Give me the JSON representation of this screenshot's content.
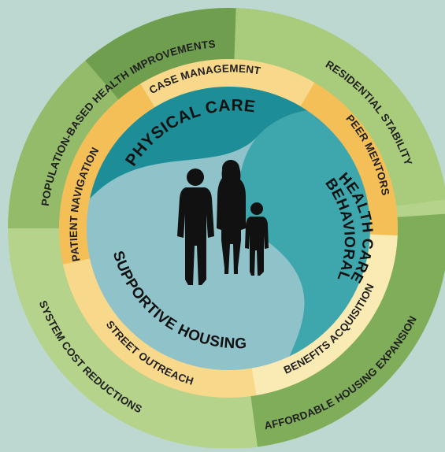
{
  "colors": {
    "background": "#bcd8d0",
    "outer_dark_green": "#6f9e4f",
    "outer_mid_green": "#93bb6a",
    "outer_light_green": "#b5d38a",
    "middle_gold": "#f5bf58",
    "middle_pale_gold": "#f8d98c",
    "middle_cream": "#faeab3",
    "inner_dark_teal": "#1d8e97",
    "inner_mid_teal": "#3ea6ad",
    "inner_light_blue": "#8fc2c9",
    "silhouette": "#111111"
  },
  "outer_ring": {
    "population": "POPULATION-BASED HEALTH IMPROVEMENTS",
    "residential": "RESIDENTIAL STABILITY",
    "affordable": "AFFORDABLE HOUSING EXPANSION",
    "system": "SYSTEM COST REDUCTIONS"
  },
  "middle_ring": {
    "case_management": "CASE MANAGEMENT",
    "peer_mentors": "PEER MENTORS",
    "benefits": "BENEFITS ACQUISITION",
    "street_outreach": "STREET OUTREACH",
    "patient_navigation": "PATIENT NAVIGATION"
  },
  "inner_circle": {
    "physical_care": "PHYSICAL CARE",
    "behavioral_line1": "BEHAVIORAL",
    "behavioral_line2": "HEALTH CARE",
    "supportive_housing": "SUPPORTIVE HOUSING"
  },
  "center": {
    "icon": "family-silhouette-icon"
  }
}
